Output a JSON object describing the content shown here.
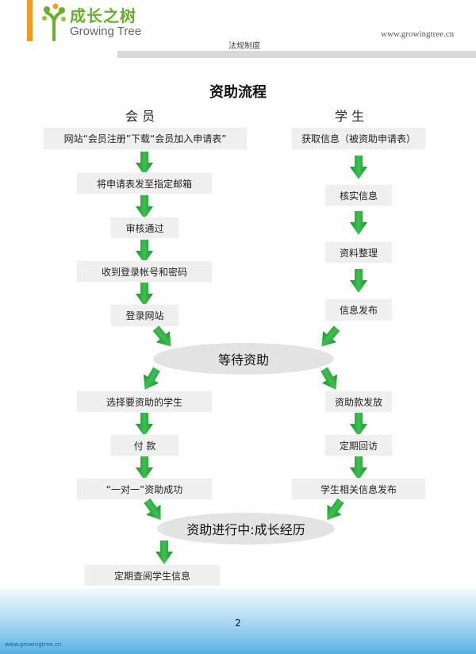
{
  "header": {
    "logo_cn": "成长之树",
    "logo_en": "Growing Tree",
    "site_url": "www.growingtree.cn",
    "section": "法规制度"
  },
  "title": "资助流程",
  "columns": {
    "member": "会    员",
    "student": "学    生"
  },
  "member_steps": [
    "网站“会员注册”下载“会员加入申请表”",
    "将申请表发至指定邮箱",
    "审核通过",
    "收到登录帐号和密码",
    "登录网站"
  ],
  "student_steps": [
    "获取信息（被资助申请表）",
    "核实信息",
    "资料整理",
    "信息发布"
  ],
  "wait_oval": "等待资助",
  "member_steps_2": [
    "选择要资助的学生",
    "付  款",
    "“一对一”资助成功"
  ],
  "student_steps_2": [
    "资助款发放",
    "定期回访",
    "学生相关信息发布"
  ],
  "progress_oval": "资助进行中:成长经历",
  "final_step": "定期查阅学生信息",
  "footer": {
    "page_number": "2",
    "url": "www.growingtree.cn"
  },
  "colors": {
    "arrow": "#2aa63d",
    "accent": "#f39a1e",
    "logo_green": "#6aae2e"
  }
}
